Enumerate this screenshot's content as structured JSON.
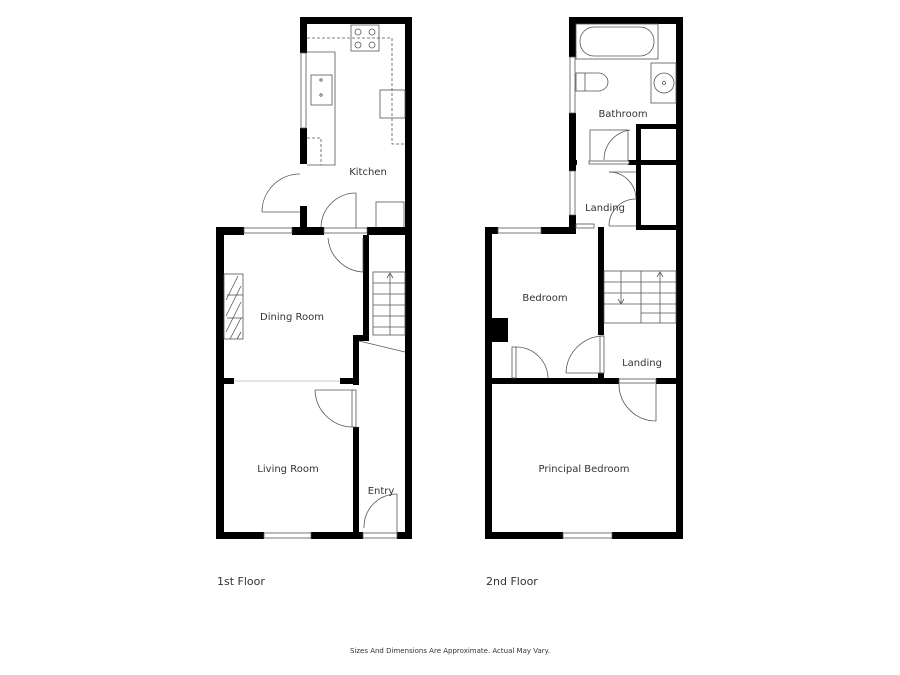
{
  "floors": [
    {
      "label": "1st Floor",
      "rooms": [
        {
          "name": "Kitchen"
        },
        {
          "name": "Dining Room"
        },
        {
          "name": "Living Room"
        },
        {
          "name": "Entry"
        }
      ]
    },
    {
      "label": "2nd Floor",
      "rooms": [
        {
          "name": "Bathroom"
        },
        {
          "name": "Landing"
        },
        {
          "name": "Bedroom"
        },
        {
          "name": "Landing"
        },
        {
          "name": "Principal Bedroom"
        }
      ]
    }
  ],
  "disclaimer": "Sizes And Dimensions Are Approximate. Actual May Vary.",
  "colors": {
    "wall": "#000000",
    "line": "#555555",
    "background": "#ffffff"
  }
}
